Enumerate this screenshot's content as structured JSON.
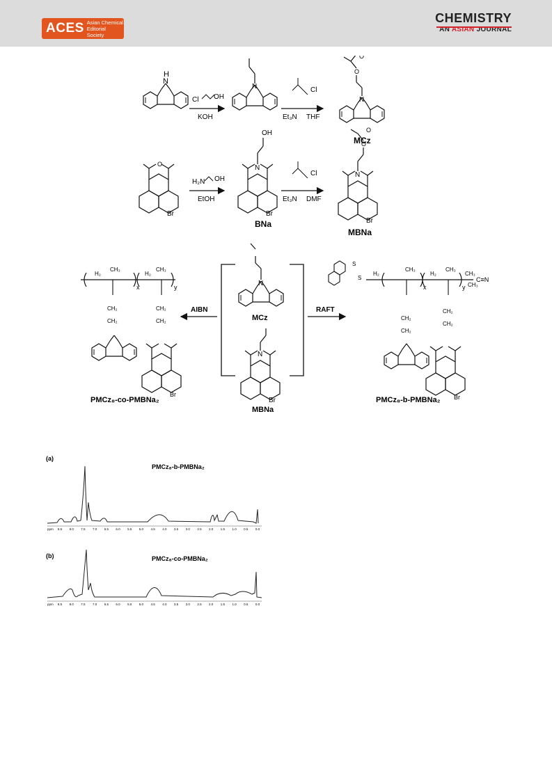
{
  "header": {
    "logo_big": "ACES",
    "logo_line1": "Asian Chemical",
    "logo_line2": "Editorial Society",
    "journal_top": "CHEMISTRY",
    "journal_an": "AN",
    "journal_asian": "ASIAN",
    "journal_journal": "JOURNAL"
  },
  "scheme": {
    "r1_reagent_top": "Cl",
    "r1_reagent_top_oh": "OH",
    "r1_reagent_bottom": "KOH",
    "r1_step2_top": "Cl",
    "r1_step2_bottom_1": "Et₃N",
    "r1_step2_bottom_2": "THF",
    "r1_product": "MCz",
    "r2_reagent_top_h2n": "H₂N",
    "r2_reagent_top_oh": "OH",
    "r2_reagent_bottom": "EtOH",
    "r2_intermediate": "BNa",
    "r2_step2_top": "Cl",
    "r2_step2_bottom_1": "Et₃N",
    "r2_step2_bottom_2": "DMF",
    "r2_product": "MBNa",
    "label_br": "Br",
    "label_oh": "OH",
    "label_h": "H",
    "label_n": "N",
    "monomer_top": "MCz",
    "monomer_bottom": "MBNa",
    "left_arrow": "AIBN",
    "right_arrow": "RAFT",
    "left_polymer": "PMCz₈-co-PMBNa₂",
    "right_polymer": "PMCz₈-b-PMBNa₂",
    "x": "x",
    "y": "y",
    "ch3": "CH₃",
    "ch2": "CH₂",
    "h2": "H₂",
    "c": "C",
    "cn": "C≡N",
    "s": "S"
  },
  "nmr": {
    "panel_a_label": "(a)",
    "panel_a_title": "PMCz₈-b-PMBNa₂",
    "panel_b_label": "(b)",
    "panel_b_title": "PMCz₈-co-PMBNa₂",
    "unit": "ppm",
    "ticks_a": [
      "8.5",
      "8.0",
      "7.5",
      "7.0",
      "6.5",
      "6.0",
      "5.5",
      "5.0",
      "4.5",
      "4.0",
      "3.5",
      "3.0",
      "2.5",
      "2.0",
      "1.5",
      "1.0",
      "0.5",
      "0.0"
    ],
    "ticks_b": [
      "8.5",
      "8.0",
      "7.5",
      "7.0",
      "6.5",
      "6.0",
      "5.5",
      "5.0",
      "4.5",
      "4.0",
      "3.5",
      "3.0",
      "2.5",
      "2.0",
      "1.5",
      "1.0",
      "0.5",
      "0.0"
    ]
  }
}
